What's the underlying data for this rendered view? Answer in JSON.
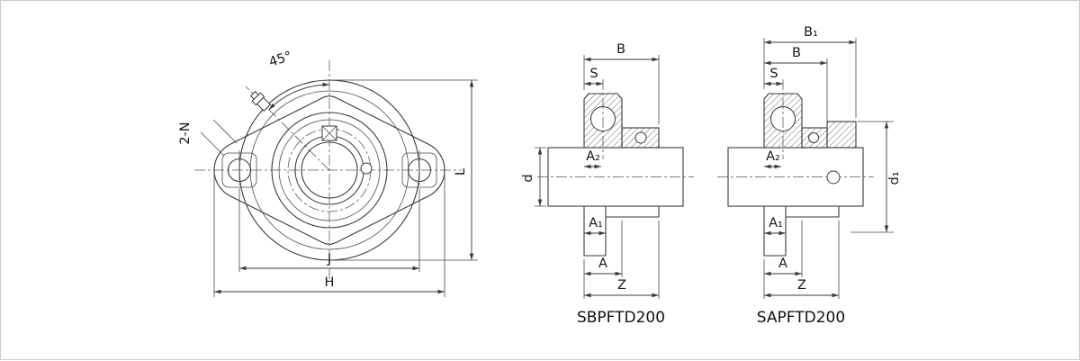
{
  "drawing": {
    "background": "#ffffff",
    "line_color": "#3a3a3a",
    "hatch_color": "#4a4a4a",
    "text_color": "#161616"
  },
  "front_view": {
    "labels": {
      "angle": "45°",
      "bolt_holes": "2-N",
      "L": "L",
      "J": "J",
      "H": "H"
    }
  },
  "sbpftd": {
    "caption": "SBPFTD200",
    "labels": {
      "B": "B",
      "S": "S",
      "A2": "A₂",
      "d": "d",
      "A1": "A₁",
      "A": "A",
      "Z": "Z"
    }
  },
  "sapftd": {
    "caption": "SAPFTD200",
    "labels": {
      "B1": "B₁",
      "B": "B",
      "S": "S",
      "A2": "A₂",
      "A1": "A₁",
      "A": "A",
      "Z": "Z",
      "d1": "d₁"
    }
  }
}
